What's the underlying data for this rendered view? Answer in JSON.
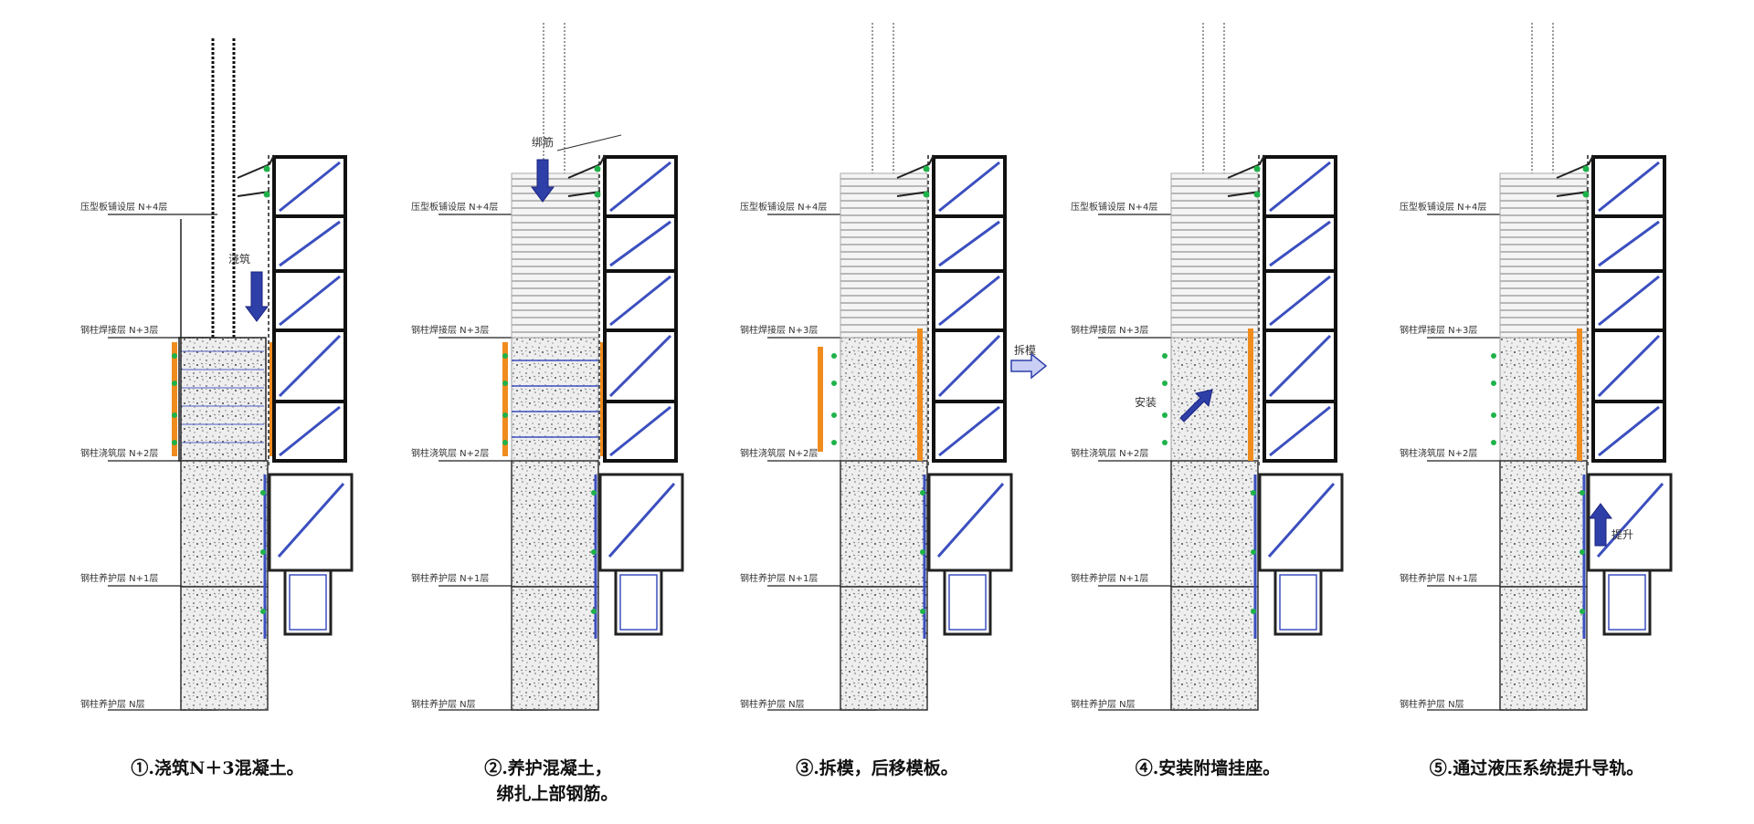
{
  "colors": {
    "frame": "#111111",
    "brace": "#3b4fbf",
    "formwork": "#f08c1e",
    "node": "#1fb24a",
    "arrow": "#2f3fa8",
    "arrow_light": "#c9cff4",
    "concrete": "#e8e8e8",
    "rebar_pale": "#9a9a9a"
  },
  "panels": [
    {
      "caption": [
        "①.浇筑N＋3混凝土。"
      ],
      "floor_labels": [
        "压型板铺设层 N+4层",
        "钢柱焊接层 N+3层",
        "钢柱浇筑层 N+2层",
        "钢柱养护层 N+1层",
        "钢柱养护层 N层"
      ],
      "action": "浇筑",
      "action_icon": "arrow-down-icon"
    },
    {
      "caption": [
        "②.养护混凝土，",
        "绑扎上部钢筋。"
      ],
      "floor_labels": [
        "压型板铺设层 N+4层",
        "钢柱焊接层 N+3层",
        "钢柱浇筑层 N+2层",
        "钢柱养护层 N+1层",
        "钢柱养护层 N层"
      ],
      "action": "绑筋",
      "action_icon": "arrow-down-icon"
    },
    {
      "caption": [
        "③.拆模，后移模板。"
      ],
      "floor_labels": [
        "压型板铺设层 N+4层",
        "钢柱焊接层 N+3层",
        "钢柱浇筑层 N+2层",
        "钢柱养护层 N+1层",
        "钢柱养护层 N层"
      ],
      "action": "拆模",
      "action_icon": "arrow-right-icon"
    },
    {
      "caption": [
        "④.安装附墙挂座。"
      ],
      "floor_labels": [
        "压型板铺设层 N+4层",
        "钢柱焊接层 N+3层",
        "钢柱浇筑层 N+2层",
        "钢柱养护层 N+1层",
        "钢柱养护层 N层"
      ],
      "action": "安装",
      "action_icon": "arrow-diagonal-icon"
    },
    {
      "caption": [
        "⑤.通过液压系统提升导轨。"
      ],
      "floor_labels": [
        "压型板铺设层 N+4层",
        "钢柱焊接层 N+3层",
        "钢柱浇筑层 N+2层",
        "钢柱养护层 N+1层",
        "钢柱养护层 N层"
      ],
      "action": "提升",
      "action_icon": "arrow-up-icon"
    }
  ]
}
